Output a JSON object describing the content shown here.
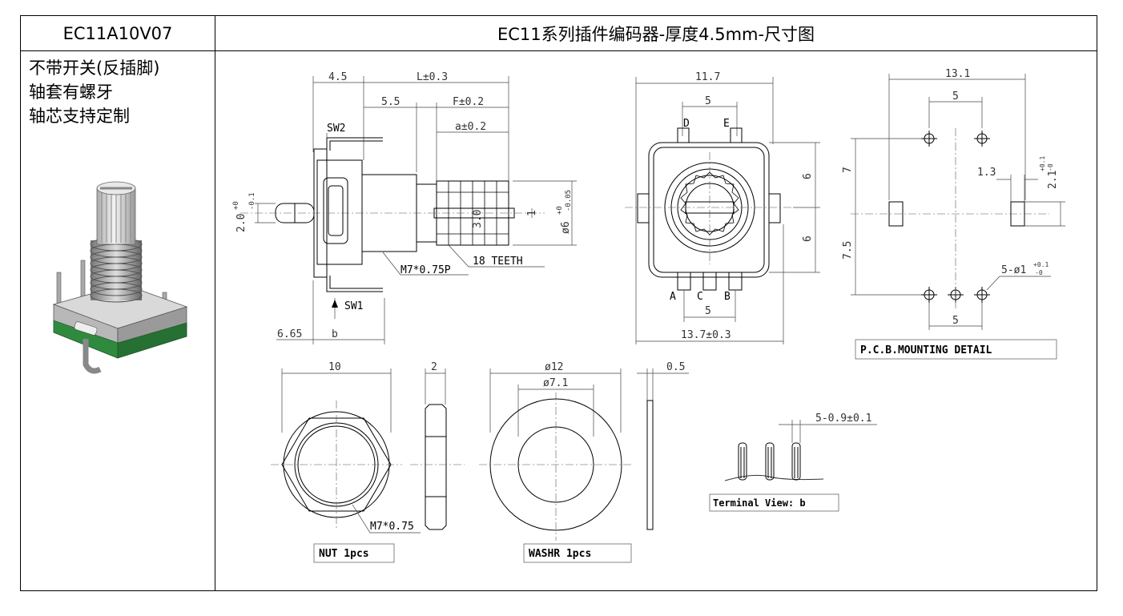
{
  "header": {
    "model": "EC11A10V07",
    "title": "EC11系列插件编码器-厚度4.5mm-尺寸图"
  },
  "notes": [
    "不带开关(反插脚)",
    "轴套有螺牙",
    "轴芯支持定制"
  ],
  "side_view": {
    "dims": {
      "d45": "4.5",
      "l": "L±0.3",
      "d55": "5.5",
      "f": "F±0.2",
      "a": "a±0.2",
      "d665": "6.65",
      "b": "b",
      "one": "1",
      "three": "3.0",
      "d2": "2.0",
      "d2tol": "+0",
      "d2tol2": "-0.1",
      "d6": "ø6",
      "d6tol": "+0",
      "d6tol2": "-0.05"
    },
    "labels": {
      "sw2": "SW2",
      "sw1": "SW1",
      "thread": "M7*0.75P",
      "teeth": "18 TEETH"
    }
  },
  "front_view": {
    "dims": {
      "width_top": "11.7",
      "pitch_top": "5",
      "six_a": "6",
      "six_b": "6",
      "pitch_bottom": "5",
      "width_bottom": "13.7±0.3"
    },
    "pins": {
      "d": "D",
      "e": "E",
      "a": "A",
      "c": "C",
      "b": "B"
    }
  },
  "pcb": {
    "dims": {
      "width": "13.1",
      "pitch_top": "5",
      "seven": "7",
      "seven_five": "7.5",
      "one_three": "1.3",
      "slot": "2.1",
      "slot_tol": "+0.1",
      "slot_tol2": "-0",
      "holes": "5-ø1",
      "holes_tol": "+0.1",
      "holes_tol2": "-0",
      "pitch_bottom": "5"
    },
    "caption": "P.C.B.MOUNTING DETAIL"
  },
  "nut": {
    "dims": {
      "width": "10",
      "thick": "2"
    },
    "thread": "M7*0.75",
    "caption": "NUT 1pcs"
  },
  "washer": {
    "dims": {
      "outer": "ø12",
      "inner": "ø7.1",
      "thick": "0.5"
    },
    "caption": "WASHR  1pcs"
  },
  "terminal": {
    "dim": "5-0.9±0.1",
    "caption": "Terminal View: b"
  }
}
